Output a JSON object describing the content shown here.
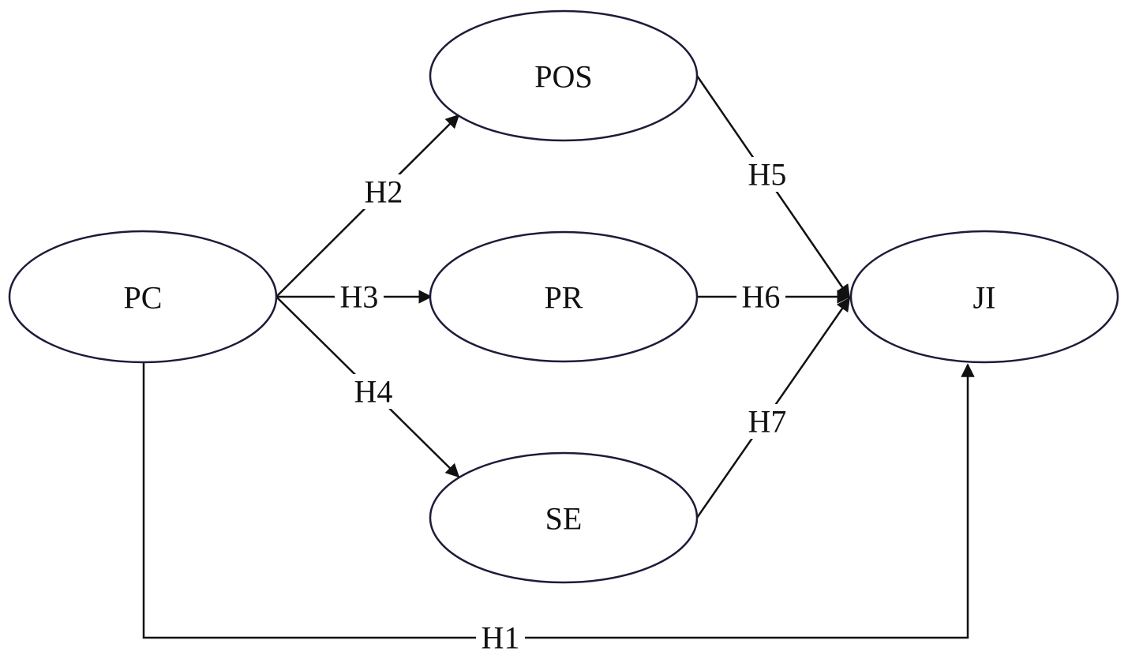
{
  "nodes": {
    "pc": {
      "label": "PC"
    },
    "pos": {
      "label": "POS"
    },
    "pr": {
      "label": "PR"
    },
    "se": {
      "label": "SE"
    },
    "ji": {
      "label": "JI"
    }
  },
  "edges": {
    "h1": {
      "label": "H1",
      "from": "PC",
      "to": "JI"
    },
    "h2": {
      "label": "H2",
      "from": "PC",
      "to": "POS"
    },
    "h3": {
      "label": "H3",
      "from": "PC",
      "to": "PR"
    },
    "h4": {
      "label": "H4",
      "from": "PC",
      "to": "SE"
    },
    "h5": {
      "label": "H5",
      "from": "POS",
      "to": "JI"
    },
    "h6": {
      "label": "H6",
      "from": "PR",
      "to": "JI"
    },
    "h7": {
      "label": "H7",
      "from": "SE",
      "to": "JI"
    }
  }
}
